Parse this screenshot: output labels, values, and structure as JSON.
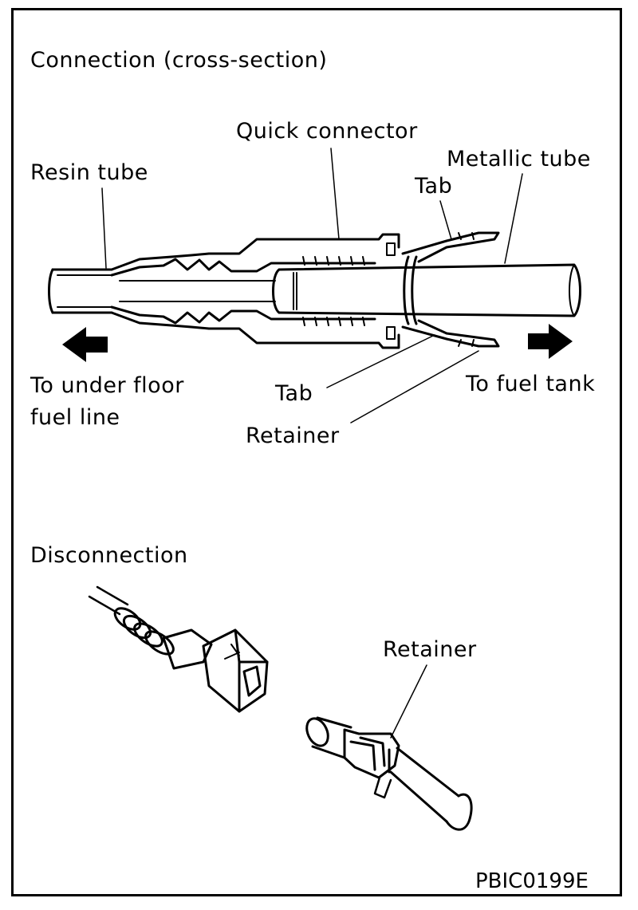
{
  "section_connection": "Connection (cross-section)",
  "section_disconnection": "Disconnection",
  "labels": {
    "quick_connector": "Quick connector",
    "metallic_tube": "Metallic tube",
    "resin_tube": "Resin tube",
    "tab_upper": "Tab",
    "tab_lower": "Tab",
    "to_under_floor": [
      "To under floor",
      "fuel line"
    ],
    "to_fuel_tank": "To fuel tank",
    "retainer_upper": "Retainer",
    "retainer_lower": "Retainer"
  },
  "figure_code": "PBIC0199E",
  "colors": {
    "ink": "#000000",
    "paper": "#ffffff"
  }
}
